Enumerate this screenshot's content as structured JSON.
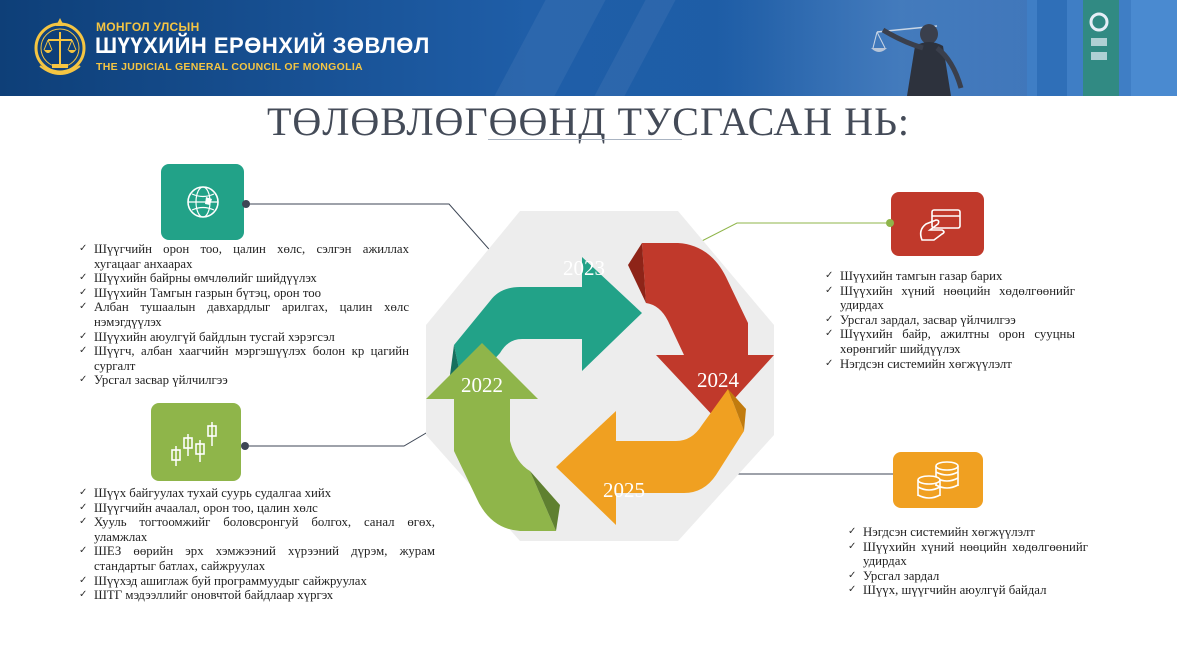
{
  "header": {
    "org_small": "МОНГОЛ УЛСЫН",
    "org_name": "ШҮҮХИЙН ЕРӨНХИЙ ЗӨВЛӨЛ",
    "org_name_en": "THE JUDICIAL GENERAL COUNCIL OF MONGOLIA"
  },
  "title": "ТӨЛӨВЛӨГӨӨНД ТУСГАСАН НЬ:",
  "colors": {
    "teal": "#22a288",
    "red": "#c0392b",
    "lime": "#8fb54a",
    "orange": "#f0a021",
    "header_blue": "#1f5ea8",
    "gold": "#f5c542"
  },
  "icons": {
    "y2023": "globe-icon",
    "y2024": "card-payment-icon",
    "y2022": "candlestick-icon",
    "y2025": "coin-stack-icon"
  },
  "cycle": {
    "y2023": "2023",
    "y2024": "2024",
    "y2025": "2025",
    "y2022": "2022"
  },
  "lists": {
    "y2023": [
      "Шүүгчийн орон тоо, цалин хөлс, сэлгэн ажиллах хугацааг анхаарах",
      "Шүүхийн байрны өмчлөлийг шийдүүлэх",
      "Шүүхийн Тамгын газрын бүтэц, орон тоо",
      "Албан тушаалын давхардлыг арилгах, цалин хөлс нэмэгдүүлэх",
      "Шүүхийн аюулгүй байдлын тусгай хэрэгсэл",
      "Шүүгч, албан хаагчийн мэргэшүүлэх болон кр цагийн сургалт",
      "Урсгал засвар үйлчилгээ"
    ],
    "y2024": [
      "Шүүхийн тамгын газар барих",
      "Шүүхийн хүний нөөцийн хөдөлгөөнийг удирдах",
      "Урсгал зардал, засвар үйлчилгээ",
      "Шүүхийн байр, ажилтны орон сууцны хөрөнгийг шийдүүлэх",
      "Нэгдсэн системийн хөгжүүлэлт"
    ],
    "y2022": [
      "Шүүх байгуулах тухай суурь судалгаа хийх",
      "Шүүгчийн ачаалал, орон тоо, цалин хөлс",
      "Хууль тогтоомжийг боловсронгуй болгох, санал өгөх, уламжлах",
      "ШЕЗ өөрийн эрх хэмжээний хүрээний дүрэм, журам стандартыг батлах, сайжруулах",
      "Шүүхэд ашиглаж буй программуудыг сайжруулах",
      "ШТГ мэдээллийг оновчтой байдлаар хүргэх"
    ],
    "y2025": [
      "Нэгдсэн системийн хөгжүүлэлт",
      "Шүүхийн хүний нөөцийн хөдөлгөөнийг удирдах",
      "Урсгал зардал",
      "Шүүх, шүүгчийн аюулгүй байдал"
    ]
  }
}
